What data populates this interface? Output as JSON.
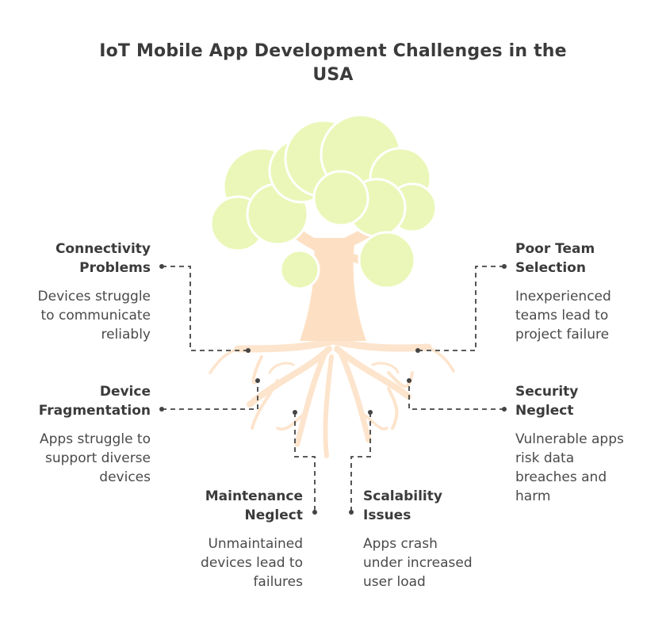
{
  "title": "IoT Mobile App Development Challenges in the USA",
  "colors": {
    "foliage": "#eaf7b8",
    "foliage_stroke": "#ffffff",
    "trunk": "#fde0c4",
    "roots": "#fde4cc",
    "connector": "#444444"
  },
  "challenges": {
    "connectivity": {
      "heading": "Connectivity\nProblems",
      "desc": "Devices struggle\nto communicate\nreliably"
    },
    "fragmentation": {
      "heading": "Device\nFragmentation",
      "desc": "Apps struggle to\nsupport diverse\ndevices"
    },
    "maintenance": {
      "heading": "Maintenance\nNeglect",
      "desc": "Unmaintained\ndevices lead to\nfailures"
    },
    "scalability": {
      "heading": "Scalability\nIssues",
      "desc": "Apps crash\nunder increased\nuser load"
    },
    "team": {
      "heading": "Poor Team\nSelection",
      "desc": "Inexperienced\nteams lead to\nproject failure"
    },
    "security": {
      "heading": "Security\nNeglect",
      "desc": "Vulnerable apps\nrisk data\nbreaches and\nharm"
    }
  }
}
